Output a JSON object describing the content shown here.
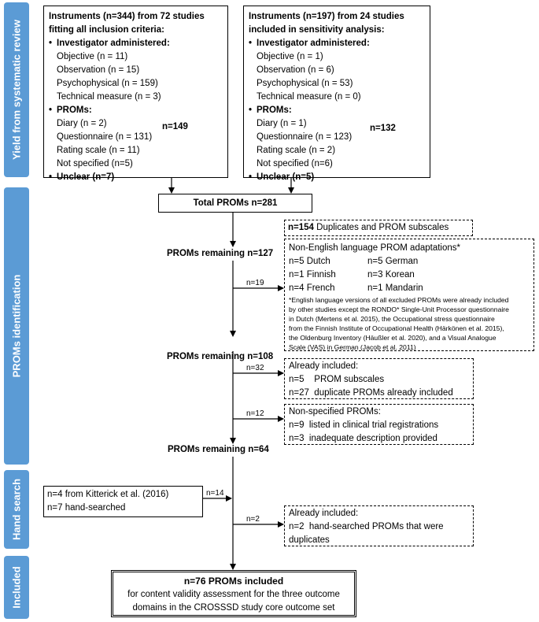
{
  "phases": {
    "yield": "Yield from systematic review",
    "identification": "PROMs identification",
    "hand": "Hand search",
    "included": "Included"
  },
  "box1": {
    "title1": "Instruments (n=344) from 72 studies",
    "title2": "fitting all inclusion criteria:",
    "inv": "Investigator administered:",
    "items_inv": [
      "Objective (n = 11)",
      "Observation (n = 15)",
      "Psychophysical (n = 159)",
      "Technical measure (n = 3)"
    ],
    "proms": "PROMs:",
    "items_proms": [
      "Diary (n = 2)",
      "Questionnaire (n = 131)",
      "Rating scale (n = 11)",
      "Not specified (n=5)"
    ],
    "unclear": "Unclear (n=7)",
    "brace_label": "n=149"
  },
  "box2": {
    "title1": "Instruments (n=197) from 24 studies",
    "title2": "included in sensitivity analysis:",
    "inv": "Investigator administered:",
    "items_inv": [
      "Objective (n = 1)",
      "Observation (n = 6)",
      "Psychophysical (n = 53)",
      "Technical measure (n = 0)"
    ],
    "proms": "PROMs:",
    "items_proms": [
      "Diary (n = 1)",
      "Questionnaire (n = 123)",
      "Rating scale (n = 2)",
      "Not specified (n=6)"
    ],
    "unclear": "Unclear (n=5)",
    "brace_label": "n=132"
  },
  "bullet": "•",
  "total": "Total PROMs n=281",
  "dup": {
    "count": "n=154",
    "text": " Duplicates and PROM subscales"
  },
  "remaining1": "PROMs remaining n=127",
  "arrow19": "n=19",
  "nonenglish": {
    "title": "Non-English language PROM adaptations*",
    "col1": [
      "n=5 Dutch",
      "n=1 Finnish",
      "n=4 French"
    ],
    "col2": [
      "n=5 German",
      "n=3 Korean",
      "n=1 Mandarin"
    ],
    "note": [
      "*English language versions of all excluded PROMs were already included",
      "by other studies except the RONDO* Single-Unit Processor questionnaire",
      "in Dutch (Mertens et al. 2015), the Occupational stress questionnaire",
      "from the Finnish Institute of Occupational Health (Härkönen et al. 2015),",
      "the Oldenburg Inventory (Häußler et al. 2020), and a Visual Analogue",
      "Scale (VAS) in German (Jacob et al. 2011)"
    ]
  },
  "remaining2": "PROMs remaining n=108",
  "arrow32": "n=32",
  "already1": {
    "title": "Already included:",
    "lines": [
      "n=5    PROM subscales",
      "n=27  duplicate PROMs already included"
    ]
  },
  "arrow12": "n=12",
  "nonspec": {
    "title": "Non-specified PROMs:",
    "lines": [
      "n=9  listed in clinical trial registrations",
      "n=3  inadequate description provided"
    ]
  },
  "remaining3": "PROMs remaining n=64",
  "hand": {
    "lines": [
      "n=4 from Kitterick et al. (2016)",
      "n=7 hand-searched"
    ]
  },
  "arrow14": "n=14",
  "arrow2": "n=2",
  "already2": {
    "title": "Already included:",
    "lines": [
      "n=2  hand-searched PROMs that were",
      "duplicates"
    ]
  },
  "final": {
    "title": "n=76 PROMs included",
    "lines": [
      "for content validity assessment for the three outcome",
      "domains in the CROSSSD study core outcome set"
    ]
  }
}
